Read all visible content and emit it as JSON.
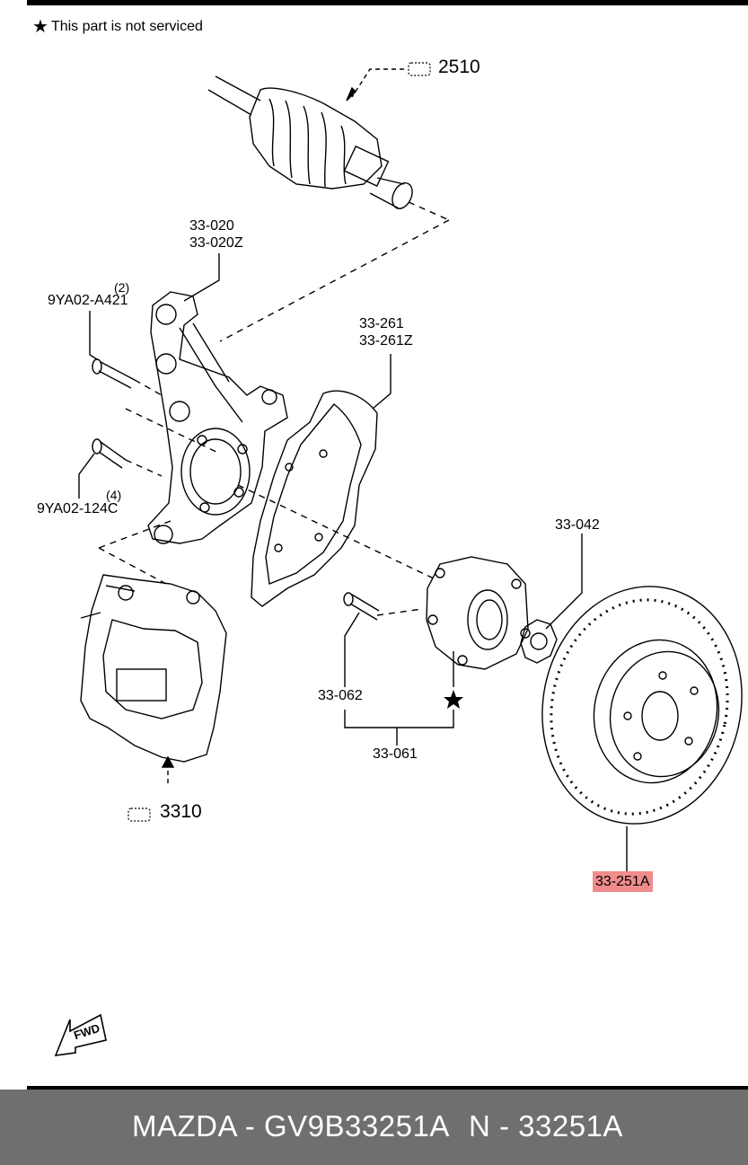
{
  "note": {
    "symbol": "★",
    "text": "This part is not serviced"
  },
  "refs": {
    "driveshaft": "2510",
    "caliper": "3310"
  },
  "labels": {
    "knuckle_line1": "33-020",
    "knuckle_line2": "33-020Z",
    "bolt_upper_qty": "(2)",
    "bolt_upper_part": "9YA02-A421",
    "bolt_lower_qty": "(4)",
    "bolt_lower_part": "9YA02-124C",
    "dust_cover_line1": "33-261",
    "dust_cover_line2": "33-261Z",
    "hub_nut": "33-042",
    "hub_bolt": "33-062",
    "hub_assembly": "33-061",
    "brake_disc": "33-251A",
    "fwd": "FWD"
  },
  "colors": {
    "highlight": "#f08c8c",
    "footer_bg": "#6f6f6f"
  },
  "footer": {
    "left": "MAZDA - GV9B33251A",
    "right": "N - 33251A"
  }
}
